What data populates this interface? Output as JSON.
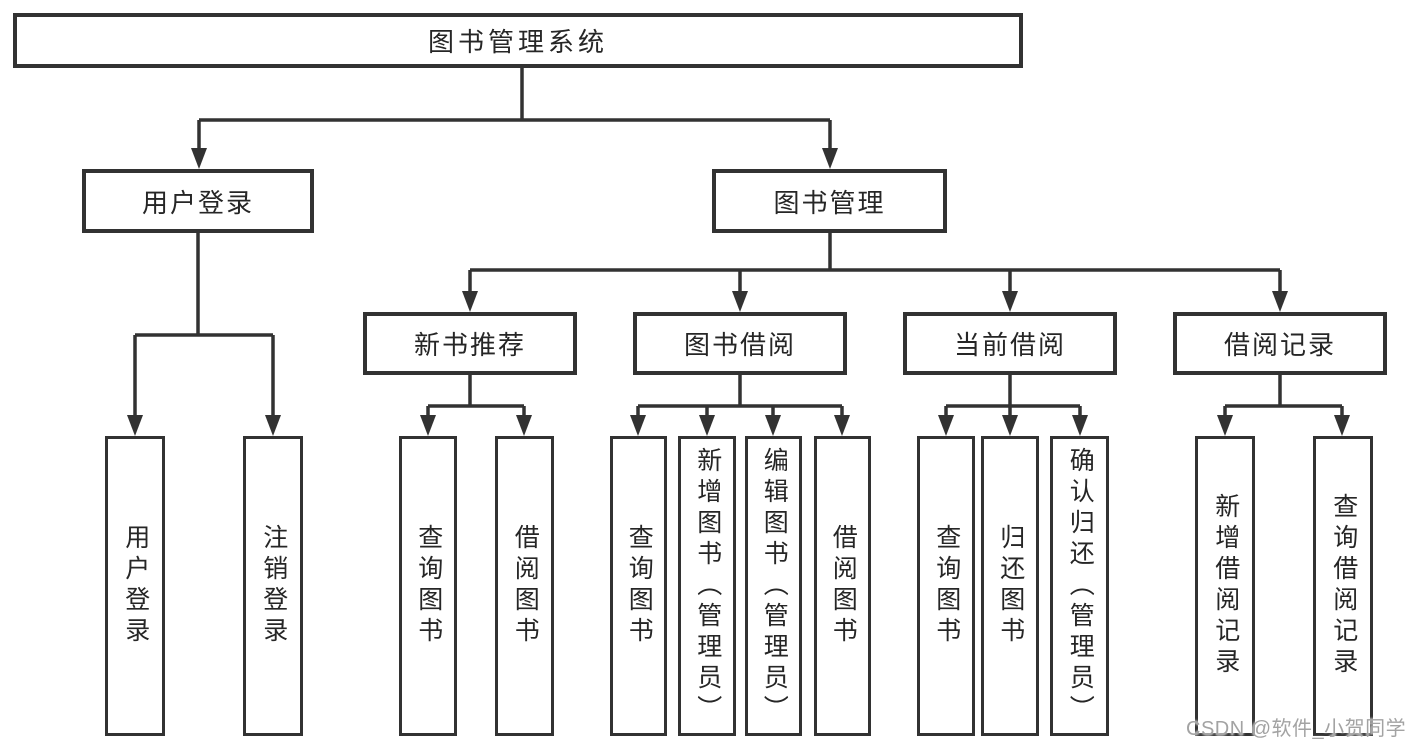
{
  "diagram": {
    "title": "图书管理系统",
    "level2": [
      {
        "label": "用户登录",
        "children": [
          "用户登录",
          "注销登录"
        ]
      },
      {
        "label": "图书管理"
      }
    ],
    "level3": [
      {
        "label": "新书推荐",
        "children": [
          "查询图书",
          "借阅图书"
        ]
      },
      {
        "label": "图书借阅",
        "children": [
          "查询图书",
          "新增图书（管理员）",
          "编辑图书（管理员）",
          "借阅图书"
        ]
      },
      {
        "label": "当前借阅",
        "children": [
          "查询图书",
          "归还图书",
          "确认归还（管理员）"
        ]
      },
      {
        "label": "借阅记录",
        "children": [
          "新增借阅记录",
          "查询借阅记录"
        ]
      }
    ]
  },
  "watermark": {
    "text": "CSDN @软件_小贺同学",
    "color": "#a3a3a3"
  },
  "colors": {
    "line": "#323232",
    "box_border": "#323232",
    "box_fill": "#ffffff",
    "text": "#262626",
    "background": "#ffffff"
  }
}
